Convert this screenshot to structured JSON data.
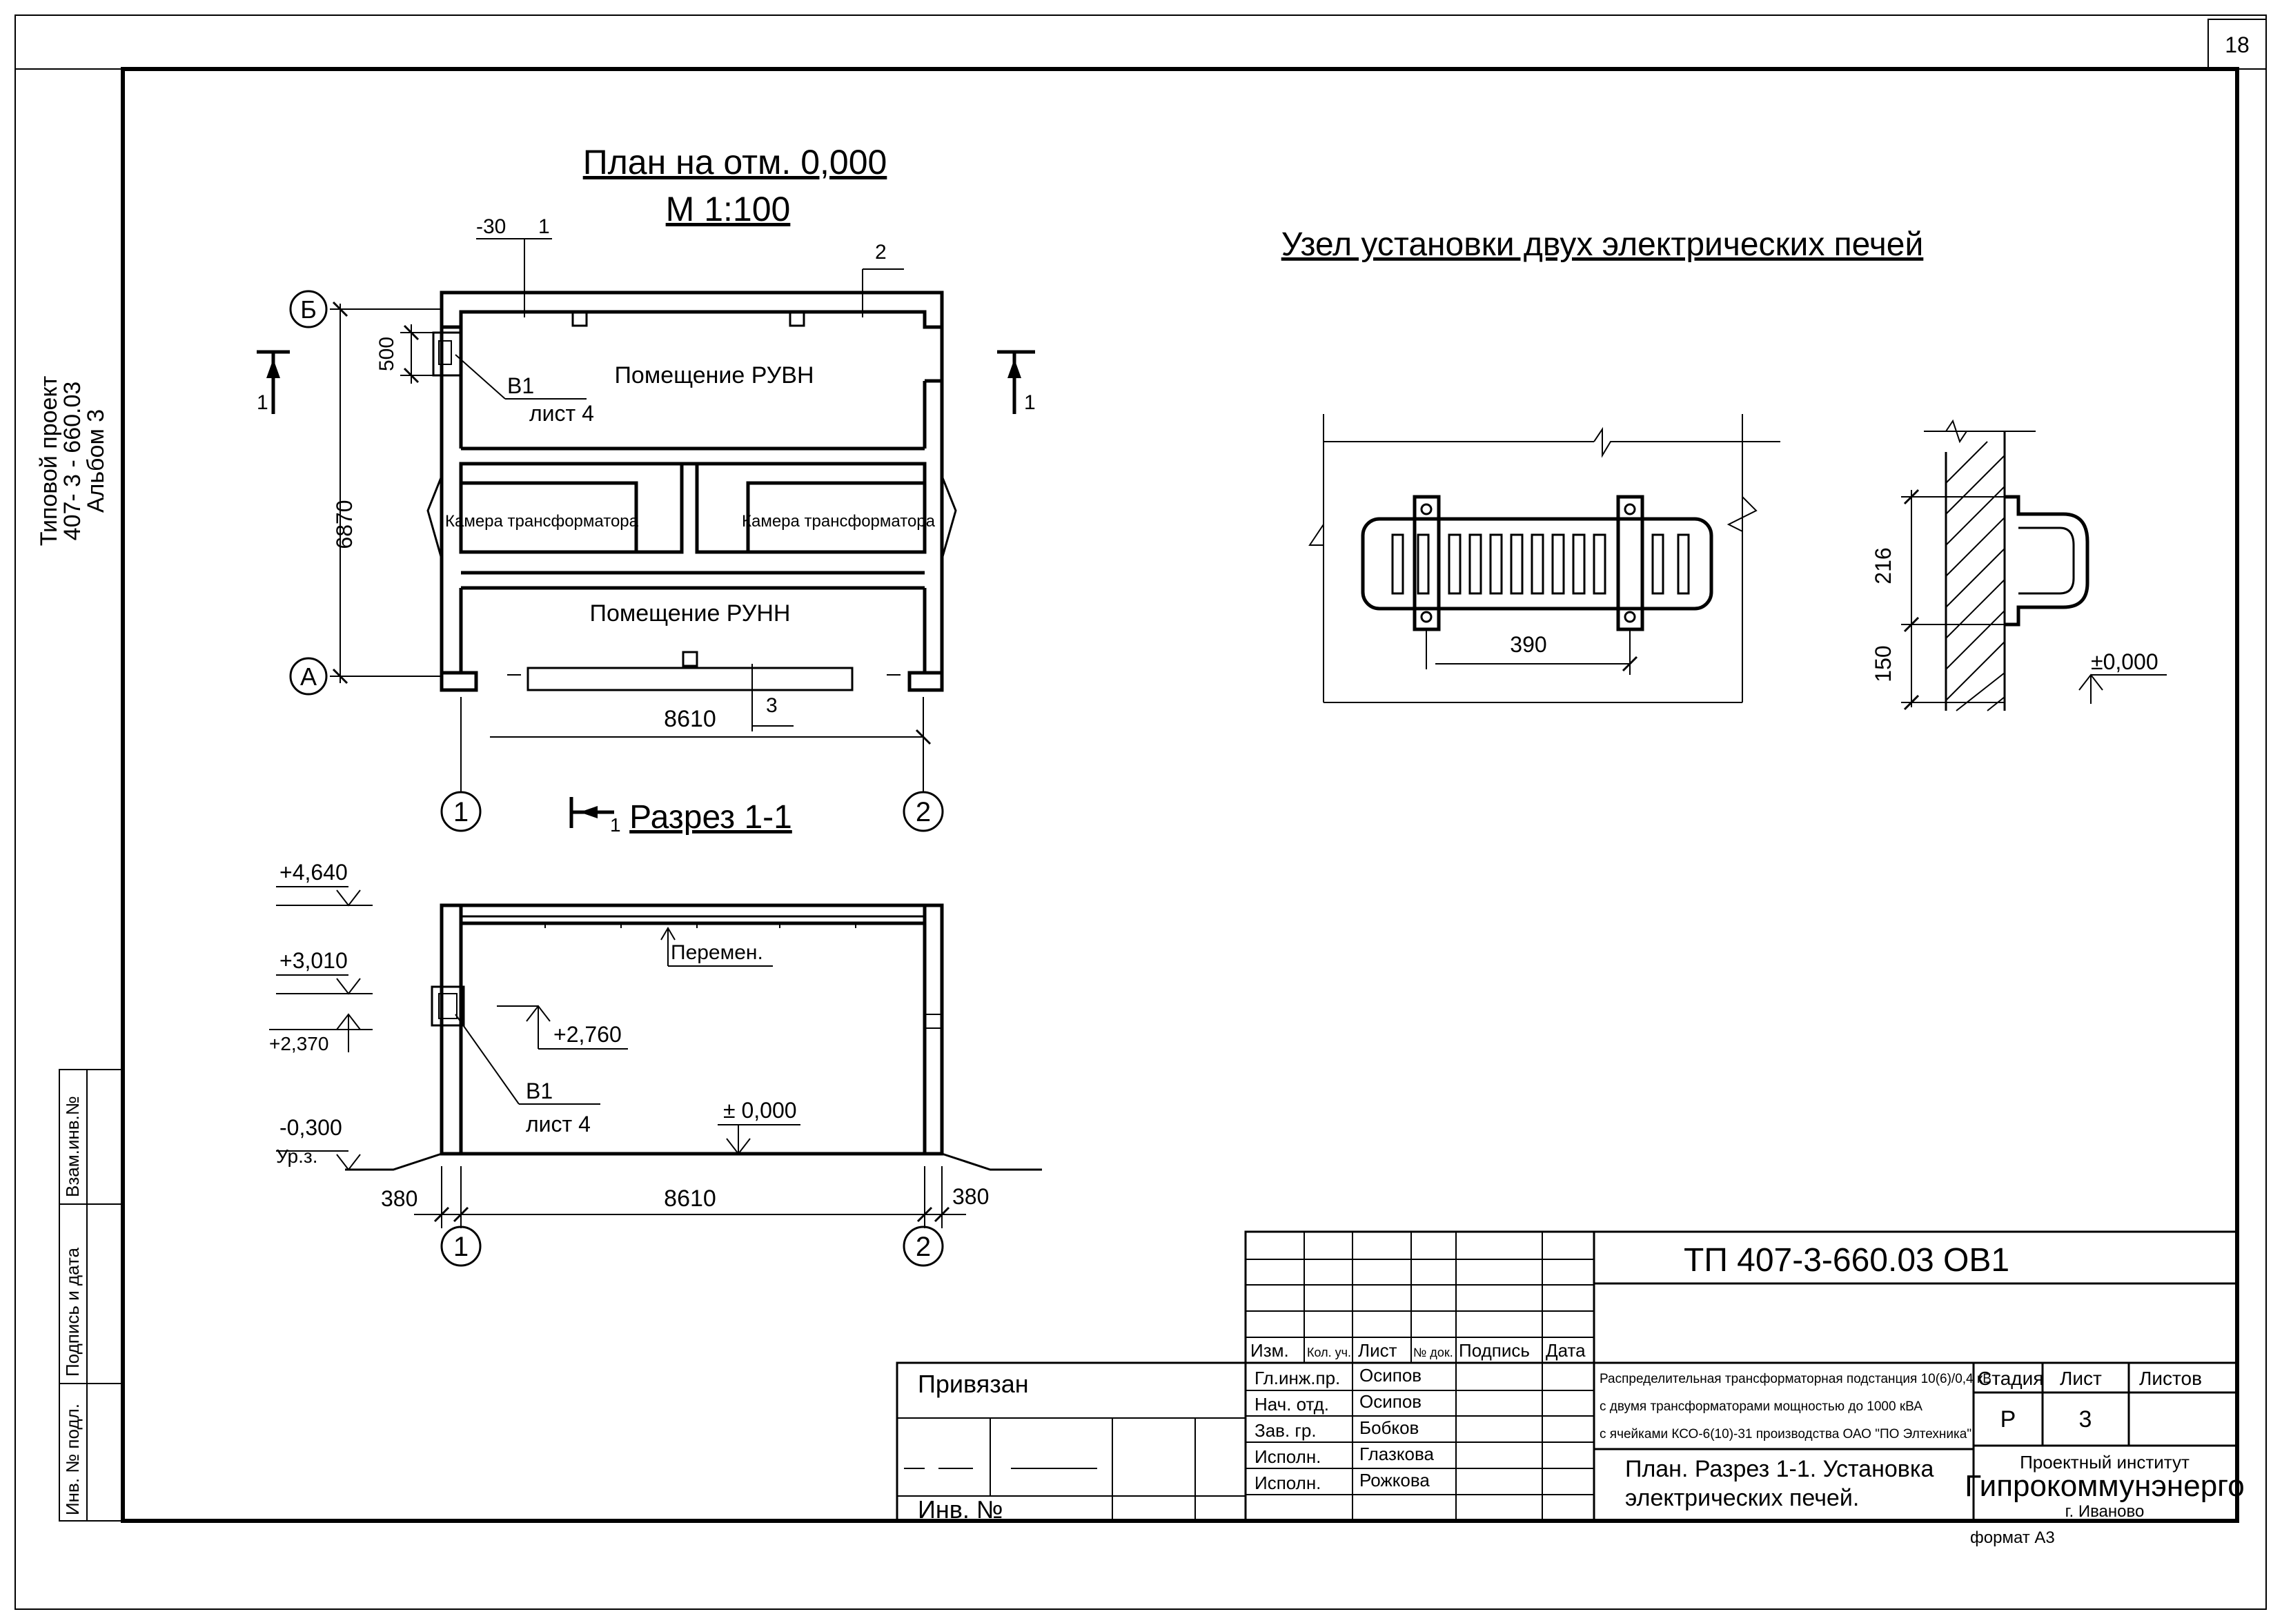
{
  "sheet_number": "18",
  "side_label": {
    "line1": "Типовой проект",
    "line2": "407- 3 - 660.03",
    "line3": "Альбом 3"
  },
  "left_strip": {
    "vzam": "Взам.инв.№",
    "podpis": "Подпись и дата",
    "inv": "Инв. № подл."
  },
  "plan": {
    "title": "План на отм. 0,000",
    "scale": "М 1:100",
    "callout_30": "-30",
    "callout_1": "1",
    "callout_2": "2",
    "callout_3": "3",
    "axis_b": "Б",
    "axis_a": "А",
    "axis_1": "1",
    "axis_2": "2",
    "dim_500": "500",
    "dim_6870": "6870",
    "dim_8610": "8610",
    "room_ruvn": "Помещение РУВН",
    "room_runn": "Помещение РУНН",
    "chamber_left": "Камера трансформатора",
    "chamber_right": "Камера трансформатора",
    "ref_b1": "В1",
    "ref_sheet": "лист 4",
    "cut_mark_left": "1",
    "cut_mark_right": "1"
  },
  "section": {
    "title": "Разрез 1-1",
    "cut_mark": "1",
    "elev_4640": "+4,640",
    "elev_3010": "+3,010",
    "elev_2370": "+2,370",
    "elev_minus300": "-0,300",
    "ground": "Ур.з.",
    "elev_2760": "+2,760",
    "elev_zero": "± 0,000",
    "perem": "Перемен.",
    "ref_b1": "В1",
    "ref_sheet": "лист 4",
    "dim_380_left": "380",
    "dim_380_right": "380",
    "dim_8610": "8610",
    "axis_1": "1",
    "axis_2": "2"
  },
  "node": {
    "title": "Узел установки двух электрических печей",
    "dim_390": "390",
    "dim_216": "216",
    "dim_150": "150",
    "elev_zero": "±0,000"
  },
  "title_block": {
    "code": "ТП   407-3-660.03    ОВ1",
    "privyazan": "Привязан",
    "inv_no": "Инв. №",
    "col_izm": "Изм.",
    "col_kol": "Кол. уч.",
    "col_list": "Лист",
    "col_ndok": "№ док.",
    "col_podpis": "Подпись",
    "col_data": "Дата",
    "roles": [
      "Гл.инж.пр.",
      "Нач. отд.",
      "Зав. гр.",
      "Исполн.",
      "Исполн."
    ],
    "names": [
      "Осипов",
      "Осипов",
      "Бобков",
      "Глазкова",
      "Рожкова"
    ],
    "desc_line1": "Распределительная трансформаторная подстанция 10(6)/0,4 кВ",
    "desc_line2": "с двумя трансформаторами мощностью до 1000 кВА",
    "desc_line3": "с ячейками  КСО-6(10)-31 производства ОАО \"ПО Элтехника\"",
    "sheet_title_line1": "План. Разрез 1-1. Установка",
    "sheet_title_line2": "электрических печей.",
    "stage_label": "Стадия",
    "list_label": "Лист",
    "lists_label": "Листов",
    "stage_value": "Р",
    "list_value": "3",
    "lists_value": "",
    "org_line1": "Проектный институт",
    "org_line2": "Гипрокоммунэнерго",
    "org_line3": "г. Иваново",
    "format": "формат А3"
  }
}
